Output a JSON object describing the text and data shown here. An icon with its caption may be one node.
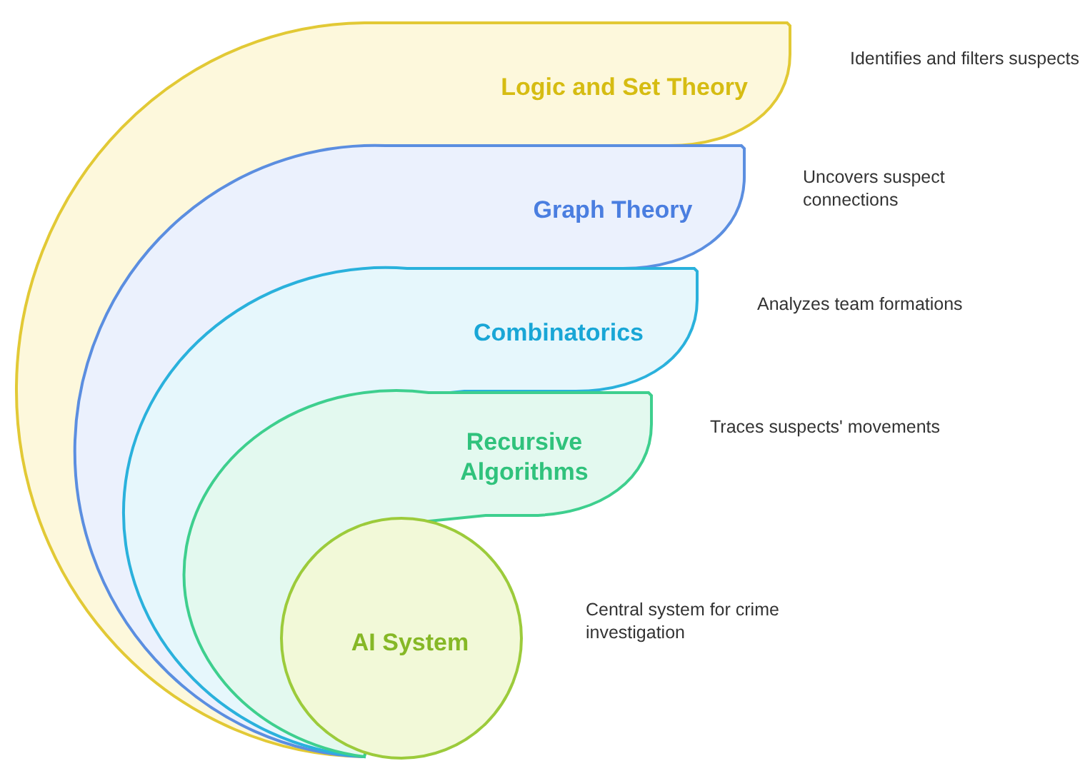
{
  "diagram": {
    "nodes": [
      {
        "text": [
          "Logic and Set Theory"
        ],
        "beside": [
          "Identifies and filters suspects"
        ]
      },
      {
        "text": [
          "Graph Theory"
        ],
        "beside": [
          "Uncovers suspect connections"
        ],
        "in": 0
      },
      {
        "text": [
          "Combinatorics"
        ],
        "beside": [
          "Analyzes team formations"
        ],
        "in": 1
      },
      {
        "text": [
          "Recursive Algorithms"
        ],
        "beside": [
          "Traces suspects' movements"
        ],
        "in": 2
      },
      {
        "text": [
          "AI System"
        ],
        "beside": [
          "Central system for crime investigation"
        ],
        "in": 3
      }
    ]
  }
}
